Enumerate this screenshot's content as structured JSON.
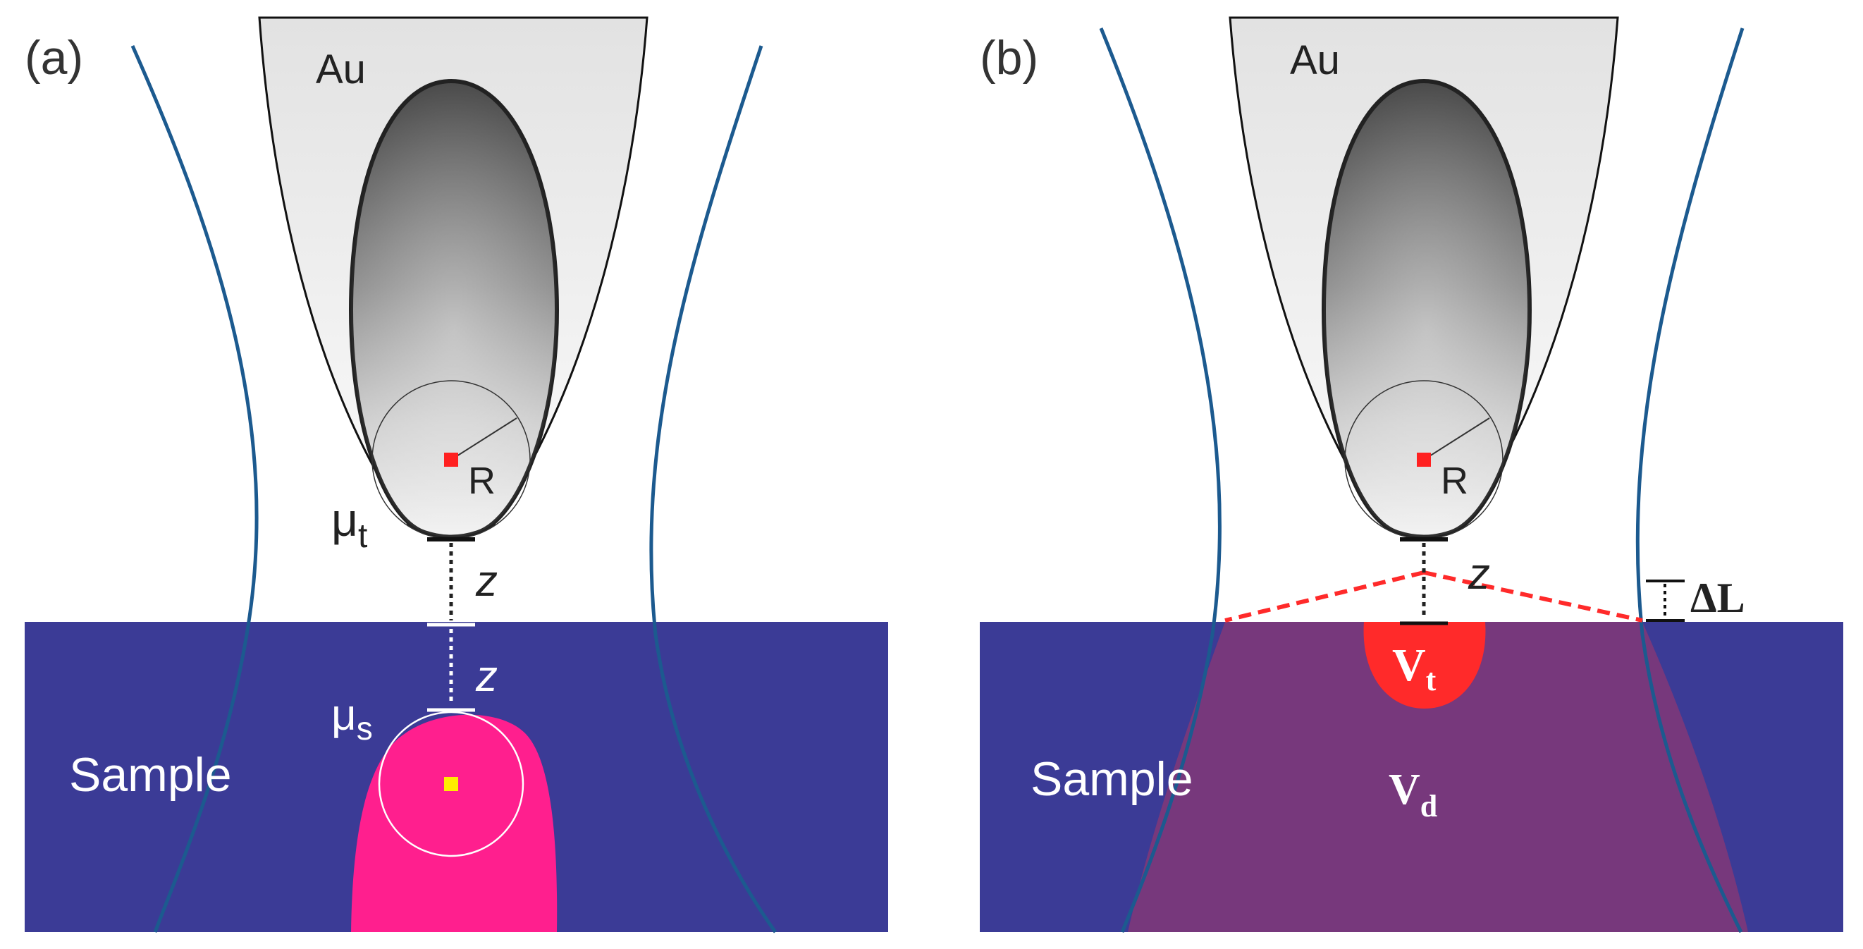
{
  "panel_a": {
    "tag": "(a)",
    "tip_material": "Au",
    "radius_label": "R",
    "tip_moment_symbol": "μ",
    "tip_moment_sub": "t",
    "gap_label_1": "z",
    "gap_label_2": "z",
    "sample_moment_symbol": "μ",
    "sample_moment_sub": "s",
    "sample_label": "Sample"
  },
  "panel_b": {
    "tag": "(b)",
    "tip_material": "Au",
    "radius_label": "R",
    "gap_label": "z",
    "delta_label": "ΔL",
    "vt_symbol": "V",
    "vt_sub": "t",
    "vd_symbol": "V",
    "vd_sub": "d",
    "sample_label": "Sample"
  },
  "colors": {
    "sample": "#3b3b96",
    "beam": "#1c5a8f",
    "image_charge": "#ff1f8e",
    "tip_volume": "#ff2a2a",
    "depletion_volume": "#77387c",
    "center_marker": "#ff2020",
    "image_marker": "#ffee00"
  }
}
